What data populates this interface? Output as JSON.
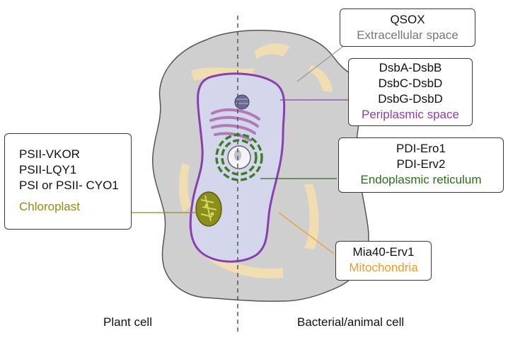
{
  "colors": {
    "cell_wall": "#cfcfcf",
    "cytoplasm": "#d4d6ec",
    "membrane": "#8a3fb0",
    "cytoskeleton": "#f3deb1",
    "periplasm_text": "#8a3fb0",
    "er_text": "#2f6b1f",
    "chloroplast_text": "#8b8f1a",
    "mito_text": "#f29b1e",
    "extracellular_text": "#777777"
  },
  "labels": {
    "extracellular": {
      "lines": [
        "QSOX"
      ],
      "compartment": "Extracellular space"
    },
    "periplasmic": {
      "lines": [
        "DsbA-DsbB",
        "DsbC-DsbD",
        "DsbG-DsbD"
      ],
      "compartment": "Periplasmic space"
    },
    "er": {
      "lines": [
        "PDI-Ero1",
        "PDI-Erv2"
      ],
      "compartment": "Endoplasmic reticulum"
    },
    "mitochondria": {
      "lines": [
        "Mia40-Erv1"
      ],
      "compartment": "Mitochondria"
    },
    "chloroplast": {
      "lines": [
        "PSII-VKOR",
        "PSII-LQY1",
        "PSI or PSII- CYO1"
      ],
      "compartment": "Chloroplast"
    }
  },
  "captions": {
    "plant": "Plant cell",
    "bacterial_animal": "Bacterial/animal cell"
  }
}
